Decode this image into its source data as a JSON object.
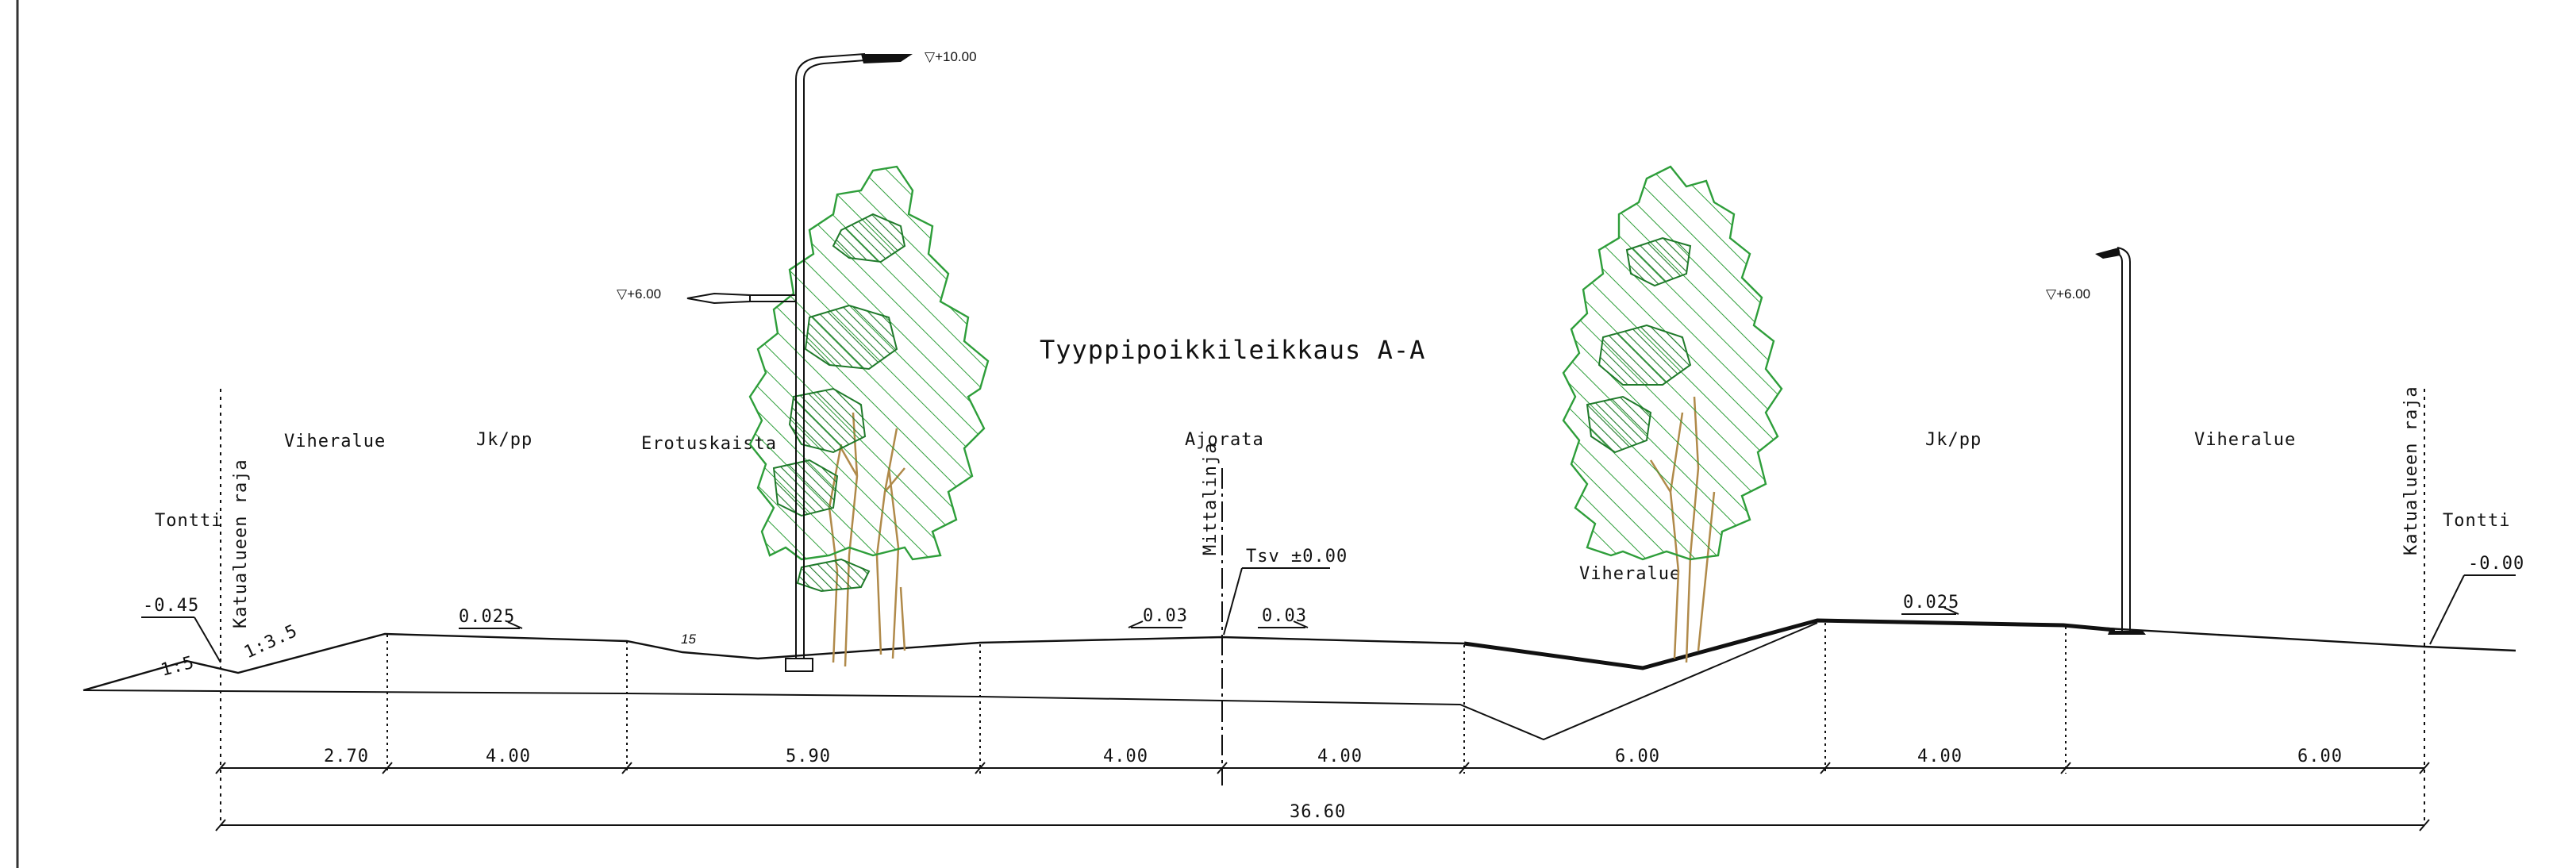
{
  "title": "Tyyppipoikkileikkaus A-A",
  "zones": {
    "tontti_left": "Tontti",
    "katualue_left": "Katualueen raja",
    "viheralue_left": "Viheralue",
    "jkpp_left": "Jk/pp",
    "erotuskaista": "Erotuskaista",
    "ajorata": "Ajorata",
    "mittalinja": "Mittalinja",
    "viheralue_middle": "Viheralue",
    "jkpp_right": "Jk/pp",
    "viheralue_right": "Viheralue",
    "katualue_right": "Katualueen raja",
    "tontti_right": "Tontti"
  },
  "elevations": {
    "left": "-0.45",
    "right": "-0.00",
    "tsv": "Tsv ±0.00",
    "lamp_top": "▽+10.00",
    "lamp_arm": "▽+6.00",
    "lamp_right": "▽+6.00"
  },
  "slopes": {
    "s1": "1:5",
    "s2": "1:3.5",
    "jkpp_left": "0.025",
    "erotus": "15",
    "ajo_left": "0.03",
    "ajo_right": "0.03",
    "jkpp_right": "0.025"
  },
  "dimensions": {
    "widths": [
      "2.70",
      "4.00",
      "5.90",
      "4.00",
      "4.00",
      "6.00",
      "4.00",
      "6.00"
    ],
    "total": "36.60"
  },
  "colors": {
    "line": "#111111",
    "tree_green": "#2e9e3a",
    "trunk": "#b08a4a"
  }
}
